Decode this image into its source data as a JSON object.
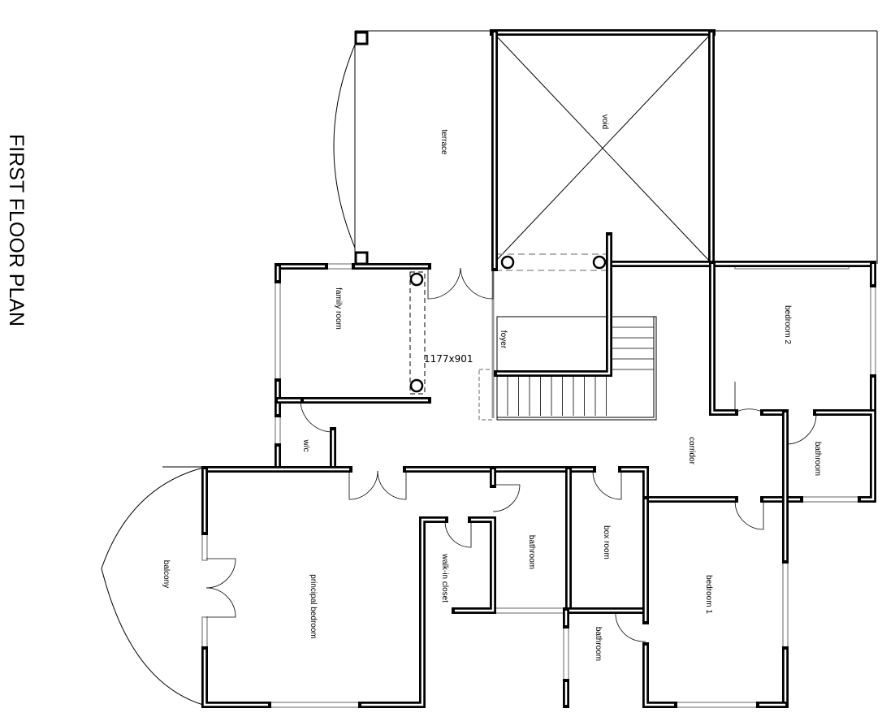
{
  "title": "FIRST FLOOR PLAN",
  "dimension_readout": "1177x901",
  "rooms": {
    "terrace": "terrace",
    "void": "void",
    "family_room": "family room",
    "foyer": "foyer",
    "bedroom_2": "bedroom 2",
    "corridor": "corridor",
    "bathroom_east": "bathroom",
    "wc": "w/c",
    "balcony": "balcony",
    "principal_bedroom": "principal bedroom",
    "walk_in_closet": "walk-in closet",
    "bathroom_ensuite": "bathroom",
    "box_room": "box room",
    "bedroom_1": "bedroom 1",
    "bathroom_bedroom1": "bathroom"
  },
  "colors": {
    "wall": "#000000",
    "fixture": "#999999"
  }
}
